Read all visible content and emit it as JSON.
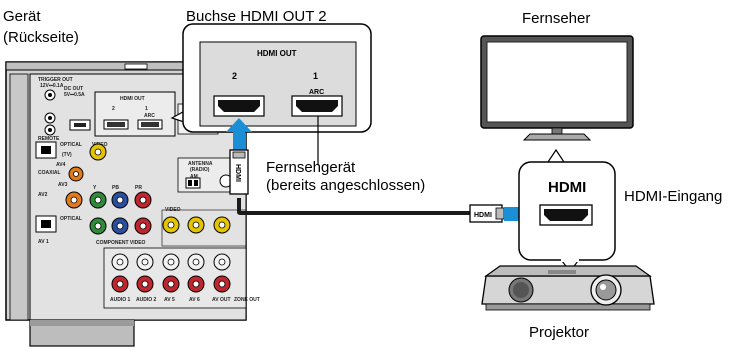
{
  "labels": {
    "device": "Gerät",
    "device_back": "(Rückseite)",
    "socket_title": "Buchse HDMI OUT 2",
    "tv": "Fernseher",
    "tv_device": "Fernsehgerät",
    "already_connected": "(bereits angeschlossen)",
    "hdmi_input": "HDMI-Eingang",
    "projector": "Projektor"
  },
  "zoom_panel": {
    "title": "HDMI OUT",
    "port2": "2",
    "port1": "1",
    "arc": "ARC"
  },
  "receiver": {
    "trigger": "TRIGGER OUT",
    "trigger_spec": "12V⎓0.1A",
    "dc_out": "DC OUT",
    "dc_spec": "5V⎓0.5A",
    "remote": "REMOTE",
    "hdmi_out": "HDMI OUT",
    "p2": "2",
    "p1": "1",
    "arc": "ARC",
    "optical": "OPTICAL",
    "video": "VIDEO",
    "tv": "(TV)",
    "av4": "AV4",
    "coaxial": "COAXIAL",
    "av3": "AV3",
    "av2": "AV2",
    "optical2": "OPTICAL",
    "av1": "AV 1",
    "component": "COMPONENT VIDEO",
    "antenna": "ANTENNA",
    "radio": "(RADIO)",
    "am": "AM",
    "video2": "VIDEO",
    "audio1": "AUDIO 1",
    "audio2": "AUDIO 2",
    "av5": "AV 5",
    "av6": "AV 6",
    "avout": "AV OUT",
    "zone": "ZONE OUT",
    "y": "Y",
    "pb": "PB",
    "pr": "PR"
  },
  "cable": {
    "plug_label": "HDMI"
  },
  "tv_hdmi_label": "HDMI",
  "colors": {
    "cable": "#1a1a1a",
    "arrow": "#1a8fd6",
    "panel_gray": "#dcdcdc",
    "panel_dark": "#9a9a9a",
    "jack_yellow": "#e5c400",
    "jack_green": "#2f8a3a",
    "jack_blue": "#2a4fa0",
    "jack_red": "#c0262d",
    "jack_white": "#f2f2f2",
    "jack_orange": "#e07a1a"
  }
}
